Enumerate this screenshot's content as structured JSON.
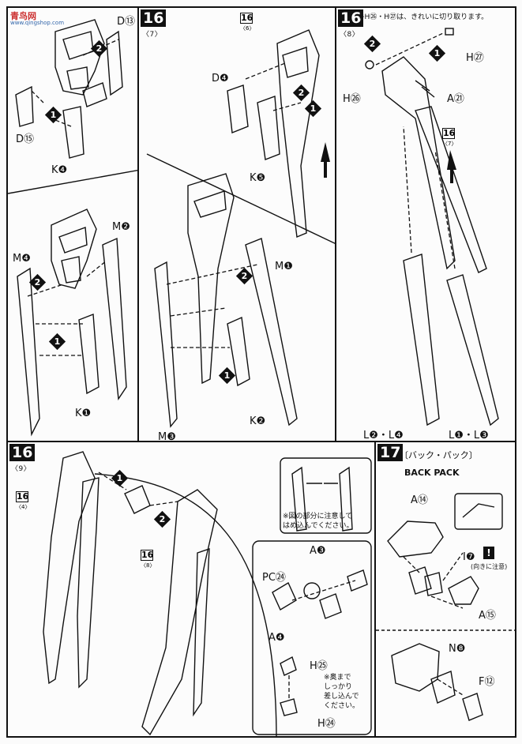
{
  "watermark": {
    "title": "青鸟网",
    "url": "www.qingshop.com"
  },
  "step16": {
    "number": "16",
    "sub_a": "〈7〉",
    "sub_b": "〈8〉",
    "sub_c": "〈9〉",
    "ref_6": "16",
    "ref_6_sub": "〈6〉",
    "ref_7": "16",
    "ref_7_sub": "〈7〉",
    "ref_4": "16",
    "ref_4_sub": "〈4〉",
    "ref_8": "16",
    "ref_8_sub": "〈8〉",
    "note_cut": "※H㉖・H㉗は、きれいに切り取ります。",
    "note_insert_1": "※図の部分に注意して",
    "note_insert_2": "はめ込んでください。",
    "note_depth_1": "※奥まで",
    "note_depth_2": "しっかり",
    "note_depth_3": "差し込んで",
    "note_depth_4": "ください。"
  },
  "step17": {
    "number": "17",
    "title_jp": "〔バック・パック〕",
    "title_en": "BACK PACK",
    "caution": "(向きに注意)"
  },
  "parts": {
    "d13": "D⑬",
    "d15": "D⑮",
    "k4": "K❹",
    "m2": "M❷",
    "m4": "M❹",
    "k1": "K❶",
    "d4": "D❹",
    "k5": "K❺",
    "m1": "M❶",
    "k2": "K❷",
    "m3": "M❸",
    "h27": "H㉗",
    "h26": "H㉖",
    "a21": "A㉑",
    "l2l4": "L❷・L❹",
    "l1l3": "L❶・L❸",
    "a3": "A❸",
    "pc24": "PC㉔",
    "a4": "A❹",
    "h25": "H㉕",
    "h24": "H㉔",
    "a14": "A⑭",
    "i7": "I❼",
    "a15": "A⑮",
    "n8": "N❽",
    "f12": "F⑫"
  },
  "step_markers": {
    "one": "1",
    "two": "2"
  }
}
